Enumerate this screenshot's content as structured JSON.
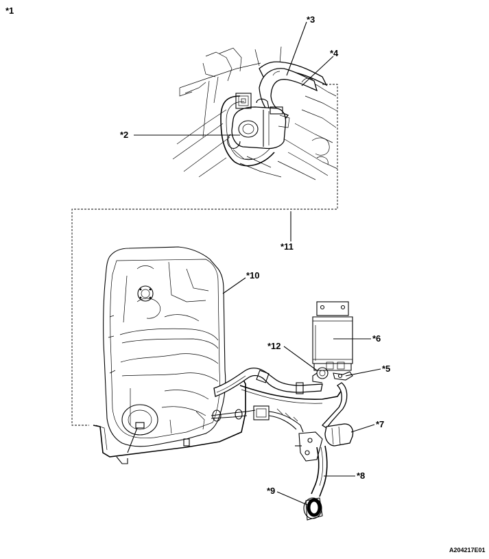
{
  "figure": {
    "corner_label": "*1",
    "figure_code": "A204217E01"
  },
  "callouts": [
    {
      "id": "2",
      "text": "*2"
    },
    {
      "id": "3",
      "text": "*3"
    },
    {
      "id": "4",
      "text": "*4"
    },
    {
      "id": "5",
      "text": "*5"
    },
    {
      "id": "6",
      "text": "*6"
    },
    {
      "id": "7",
      "text": "*7"
    },
    {
      "id": "8",
      "text": "*8"
    },
    {
      "id": "9",
      "text": "*9"
    },
    {
      "id": "10",
      "text": "*10"
    },
    {
      "id": "11",
      "text": "*11"
    },
    {
      "id": "12",
      "text": "*12"
    }
  ]
}
